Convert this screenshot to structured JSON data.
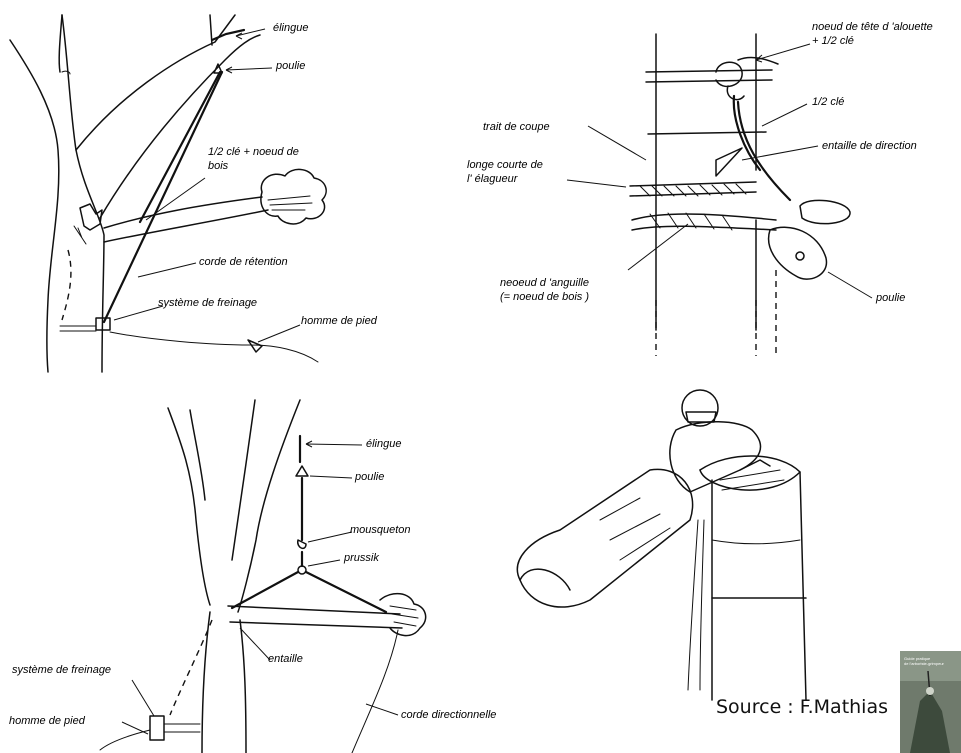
{
  "panel_top_left": {
    "labels": {
      "elingue": "élingue",
      "poulie": "poulie",
      "cle_noeud": "1/2 clé + noeud de",
      "cle_noeud_2": "bois",
      "corde_retention": "corde de rétention",
      "systeme_freinage": "système de freinage",
      "homme_pied": "homme de pied"
    }
  },
  "panel_top_right": {
    "labels": {
      "noeud_tete": "noeud de tête d 'alouette",
      "noeud_tete_2": "+ 1/2 clé",
      "demi_cle": "1/2 clé",
      "trait_coupe": "trait de coupe",
      "entaille_direction": "entaille de direction",
      "longe_courte": "longe courte de",
      "longe_courte_2": "l' élagueur",
      "noeud_anguille": "neoeud d 'anguille",
      "noeud_anguille_2": "(= noeud de bois )",
      "poulie": "poulie"
    }
  },
  "panel_bottom_left": {
    "labels": {
      "elingue": "élingue",
      "poulie": "poulie",
      "mousqueton": "mousqueton",
      "prussik": "prussik",
      "entaille": "entaille",
      "systeme_freinage": "système de freinage",
      "homme_pied": "homme de pied",
      "corde_directionnelle": "corde directionnelle"
    }
  },
  "credit": {
    "source": "Source : F.Mathias",
    "book_title": "Guide pratique de l'arboriste-grimpeur"
  }
}
